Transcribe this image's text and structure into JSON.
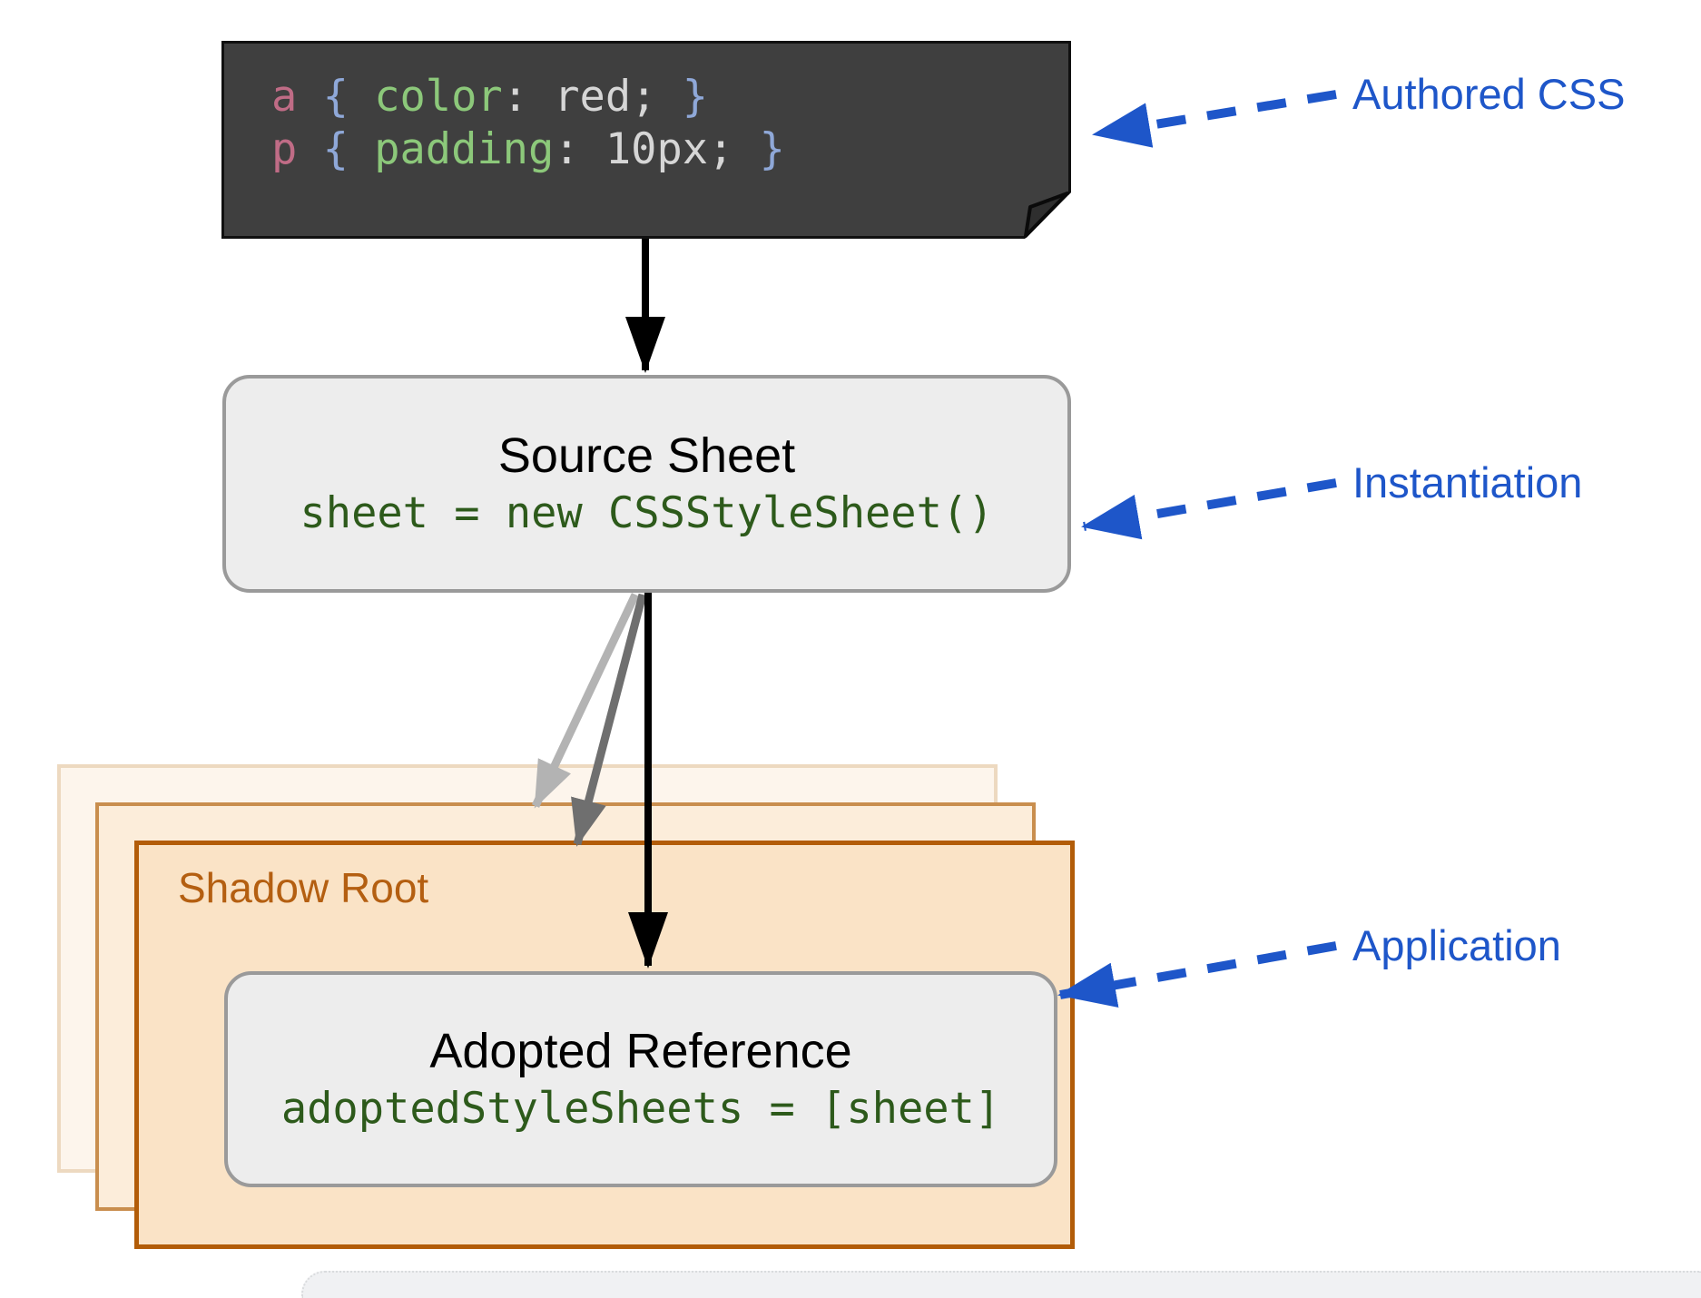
{
  "authored_css": {
    "lines": [
      {
        "selector": "a",
        "open_brace": "{",
        "property": "color",
        "colon": ":",
        "value": "red;",
        "close_brace": "}"
      },
      {
        "selector": "p",
        "open_brace": "{",
        "property": "padding",
        "colon": ":",
        "value": "10px;",
        "close_brace": "}"
      }
    ]
  },
  "source_sheet": {
    "title": "Source Sheet",
    "code": "sheet = new CSSStyleSheet()"
  },
  "shadow_root": {
    "label": "Shadow Root"
  },
  "adopted_reference": {
    "title": "Adopted Reference",
    "code": "adoptedStyleSheets = [sheet]"
  },
  "annotations": {
    "authored": "Authored CSS",
    "instantiation": "Instantiation",
    "application": "Application"
  },
  "colors": {
    "annotation_blue": "#1e56c9",
    "code_box_bg": "#3f3f3f",
    "code_selector_pink": "#c06c86",
    "code_brace_blue": "#8fa8d8",
    "code_property_green": "#8cc87a",
    "code_value_gray": "#d6d6d6",
    "node_bg": "#ededed",
    "node_border": "#9a9a9a",
    "js_code_green": "#2d5a1b",
    "shadow_front_border": "#b25c08",
    "shadow_front_bg": "#fae3c6",
    "shadow_label_orange": "#b45f11",
    "arrow_black": "#000000",
    "arrow_gray_light": "#b3b3b3",
    "arrow_gray_dark": "#6f6f6f"
  }
}
